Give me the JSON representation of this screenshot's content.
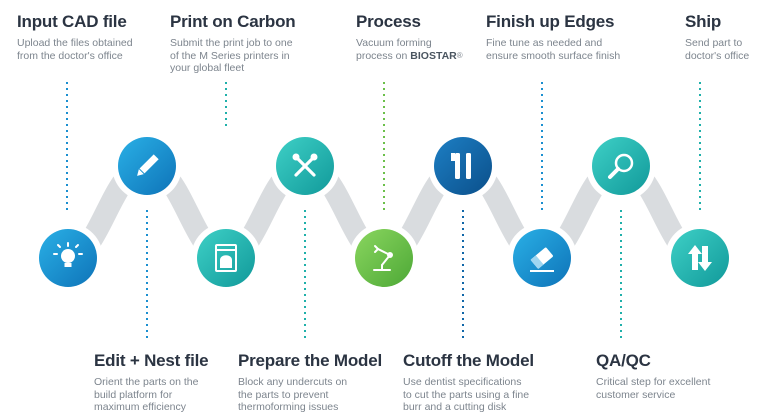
{
  "steps": [
    {
      "id": "input-cad",
      "title": "Input CAD file",
      "desc": "Upload the files obtained\nfrom the doctor's office",
      "icon": "lightbulb-icon",
      "color": "#1b93d1"
    },
    {
      "id": "edit-nest",
      "title": "Edit + Nest file",
      "desc": "Orient the parts on the\nbuild platform for\nmaximum efficiency",
      "icon": "pencil-icon",
      "color": "#1b93d1"
    },
    {
      "id": "print-carbon",
      "title": "Print on Carbon",
      "desc": "Submit the print job to one\nof the M Series printers in\nyour global fleet",
      "icon": "printer-icon",
      "color": "#1fb7b0"
    },
    {
      "id": "prepare-model",
      "title": "Prepare the Model",
      "desc": "Block any undercuts on\nthe parts to prevent\nthermoforming issues",
      "icon": "tools-icon",
      "color": "#1fb7b0"
    },
    {
      "id": "process",
      "title": "Process",
      "desc_prefix": "Vacuum forming\nprocess on ",
      "desc_brand": "BIOSTAR",
      "desc_suffix": "®",
      "icon": "robot-arm-icon",
      "color": "#6cc04a"
    },
    {
      "id": "cutoff-model",
      "title": "Cutoff the Model",
      "desc": "Use dentist specifications\nto cut the parts using a fine\nburr and a cutting disk",
      "icon": "calipers-icon",
      "color": "#0f66a8"
    },
    {
      "id": "finish-edges",
      "title": "Finish up Edges",
      "desc": "Fine tune as needed and\nensure smooth surface finish",
      "icon": "eraser-icon",
      "color": "#1b93d1"
    },
    {
      "id": "qa-qc",
      "title": "QA/QC",
      "desc": "Critical step for excellent\ncustomer service",
      "icon": "magnifier-icon",
      "color": "#1fb7b0"
    },
    {
      "id": "ship",
      "title": "Ship",
      "desc": "Send part to\ndoctor's office",
      "icon": "up-down-arrows-icon",
      "color": "#1fb7b0"
    }
  ]
}
